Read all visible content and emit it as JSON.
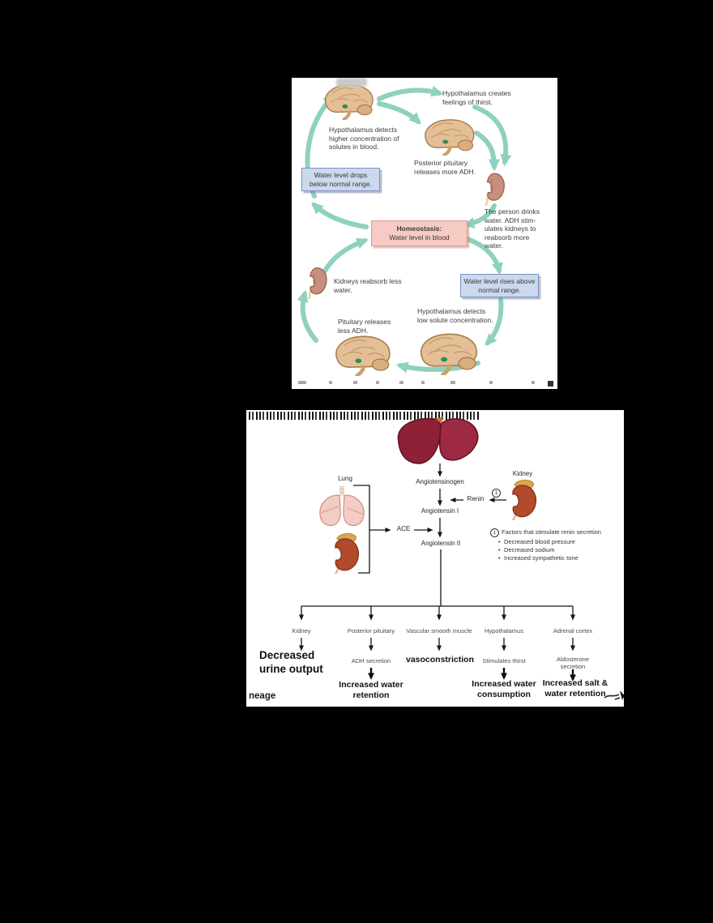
{
  "figure1": {
    "labels": {
      "thirst": "Hypothalamus creates feelings of thirst.",
      "detects_high": "Hypothalamus detects higher concentration of solutes in blood.",
      "posterior_pituitary": "Posterior pituitary releases more ADH.",
      "drops_box": "Water level drops below normal range.",
      "homeostasis_title": "Homeostasis:",
      "homeostasis_sub": "Water level in blood",
      "drinks": "The person drinks water. ADH stim-ulates kidneys to reabsorb more water.",
      "rises_box": "Water level rises above normal range.",
      "reabsorb_less": "Kidneys reabsorb less water.",
      "detects_low": "Hypothalamus detects low solute concentration.",
      "releases_less": "Pituitary releases less ADH."
    },
    "colors": {
      "arrow": "#8ed1bc",
      "box_blue": "#ccd9ec",
      "box_blue_border": "#7c90c2",
      "box_pink": "#f6cbc4",
      "box_pink_border": "#dd988e"
    }
  },
  "figure2": {
    "labels": {
      "lung": "Lung",
      "kidney_top": "Kidney",
      "angiotensinogen": "Angiotensinogen",
      "renin": "Renin",
      "renin_marker": "1",
      "angiotensin1": "Angiotensin I",
      "ace": "ACE",
      "angiotensin2": "Angiotensin II",
      "factors_marker": "1",
      "factors_title": "Factors that stimulate renin secretion",
      "factor_bullets": [
        "Decreased blood pressure",
        "Decreased sodium",
        "Increased sympathetic tone"
      ]
    },
    "branches": [
      {
        "organ": "Kidney",
        "effect": "Decreased urine output",
        "result": ""
      },
      {
        "organ": "Posterior pituitary",
        "effect": "ADH secretion",
        "result": "Increased water retention"
      },
      {
        "organ": "Vascular smooth muscle",
        "effect": "vasoconstriction",
        "result": ""
      },
      {
        "organ": "Hypothalamus",
        "effect": "Stimulates thirst",
        "result": "Increased water consumption"
      },
      {
        "organ": "Adrenal cortex",
        "effect": "Aldosterone secretion",
        "result": "Increased salt & water retention"
      }
    ],
    "watermark": "neage"
  }
}
